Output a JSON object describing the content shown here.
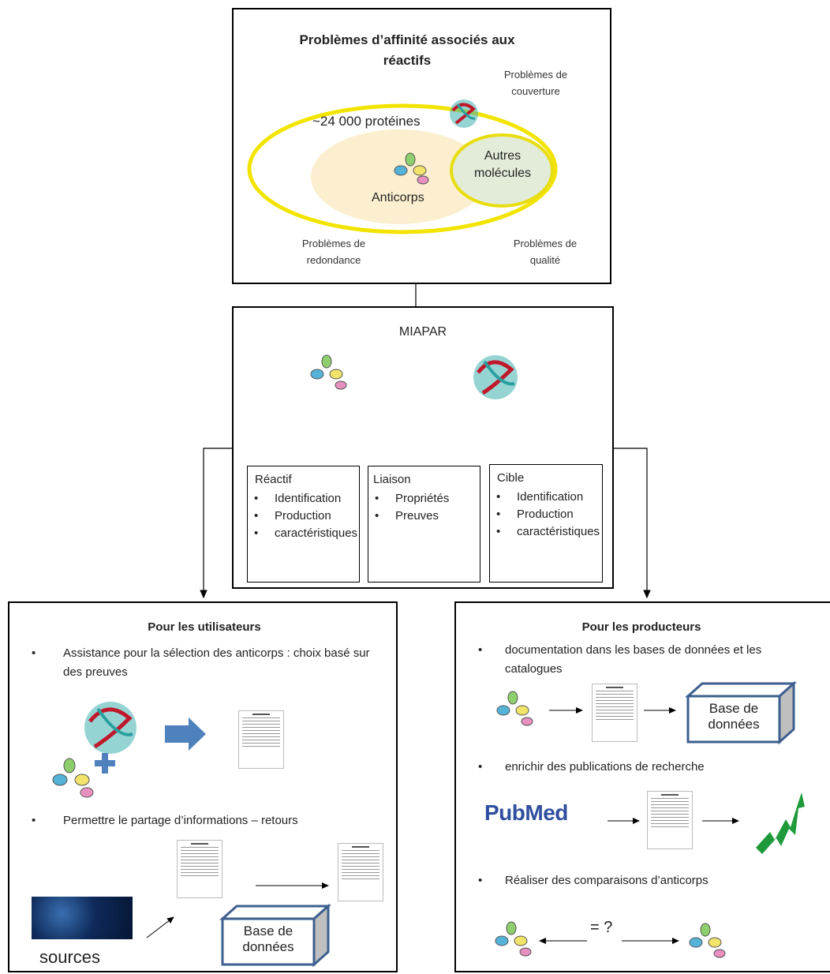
{
  "top": {
    "title": "Problèmes d’affinité associés aux réactifs",
    "coverage": "Problèmes de couverture",
    "proteins": "~24 000 protéines",
    "antibodies": "Anticorps",
    "other_molecules": "Autres molécules",
    "redundancy": "Problèmes de redondance",
    "quality": "Problèmes de qualité",
    "colors": {
      "ellipse_outline": "#f2e400",
      "antibody_fill": "#fcefcf",
      "other_fill": "#e3ecd9",
      "other_outline": "#e8dd10"
    }
  },
  "miapar": {
    "title": "MIAPAR",
    "reagent": {
      "title": "Réactif",
      "items": [
        "Identification",
        "Production",
        "caractéristiques"
      ]
    },
    "binding": {
      "title": "Liaison",
      "items": [
        "Propriétés",
        "Preuves"
      ]
    },
    "target": {
      "title": "Cible",
      "items": [
        "Identification",
        "Production",
        "caractéristiques"
      ]
    }
  },
  "users": {
    "title": "Pour les utilisateurs",
    "bullet1": "Assistance pour la sélection des anticorps : choix basé sur des preuves",
    "bullet2": "Permettre le partage d’informations – retours",
    "sources_label": "sources",
    "database_label": "Base de données",
    "colors": {
      "arrow": "#4f81bd",
      "plus": "#4f81bd"
    }
  },
  "producers": {
    "title": "Pour les producteurs",
    "bullet1": "documentation dans les bases de données et les catalogues",
    "bullet2": "enrichir des publications de recherche",
    "bullet3": "Réaliser des comparaisons d’anticorps",
    "database_label": "Base de données",
    "pubmed_logo": "PubMed",
    "compare_label": "= ?",
    "colors": {
      "pubmed": "#2f4f9e",
      "chart": "#1f9a3a"
    }
  }
}
